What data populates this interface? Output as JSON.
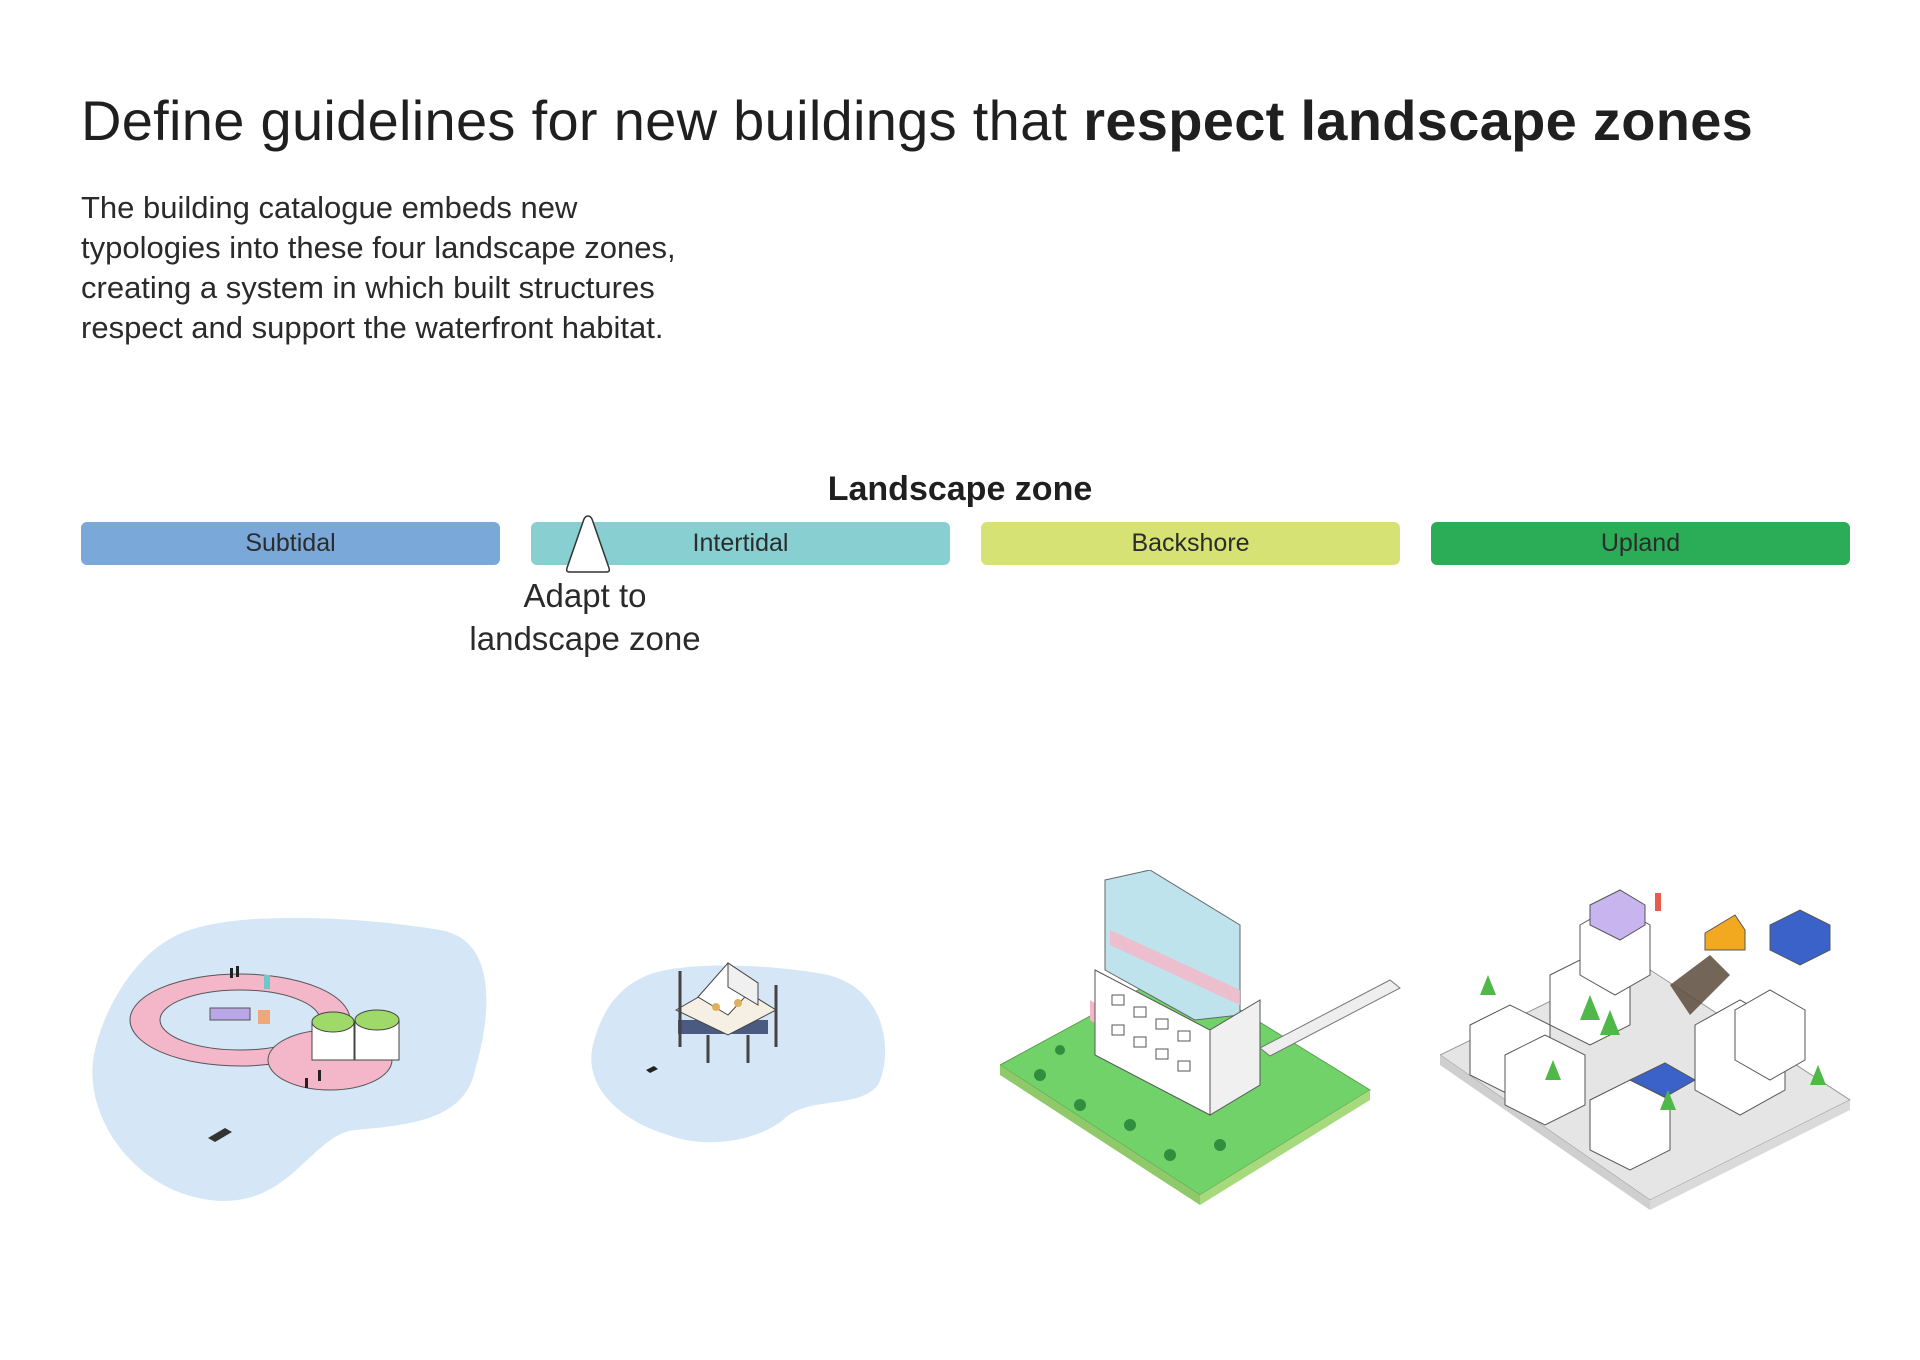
{
  "header": {
    "title_light": "Define guidelines for new buildings that ",
    "title_bold": "respect landscape zones",
    "description": "The building catalogue embeds new typologies into these four landscape zones, creating a system in which built structures respect and support the waterfront habitat."
  },
  "zones": {
    "heading": "Landscape zone",
    "items": [
      {
        "label": "Subtidal",
        "color": "#7aa9d9"
      },
      {
        "label": "Intertidal",
        "color": "#87cfd0"
      },
      {
        "label": "Backshore",
        "color": "#d6e274"
      },
      {
        "label": "Upland",
        "color": "#2bad57"
      }
    ],
    "slider": {
      "label_line1": "Adapt to",
      "label_line2": "landscape zone"
    }
  },
  "illustrations": [
    {
      "icon": "floating-platform-illustration"
    },
    {
      "icon": "stilt-house-illustration"
    },
    {
      "icon": "terraced-building-illustration"
    },
    {
      "icon": "upland-village-illustration"
    }
  ],
  "colors": {
    "water": "#d5e6f7",
    "pink": "#f3b7c9",
    "green": "#6fcf6a",
    "glass": "#bfe3ec"
  }
}
